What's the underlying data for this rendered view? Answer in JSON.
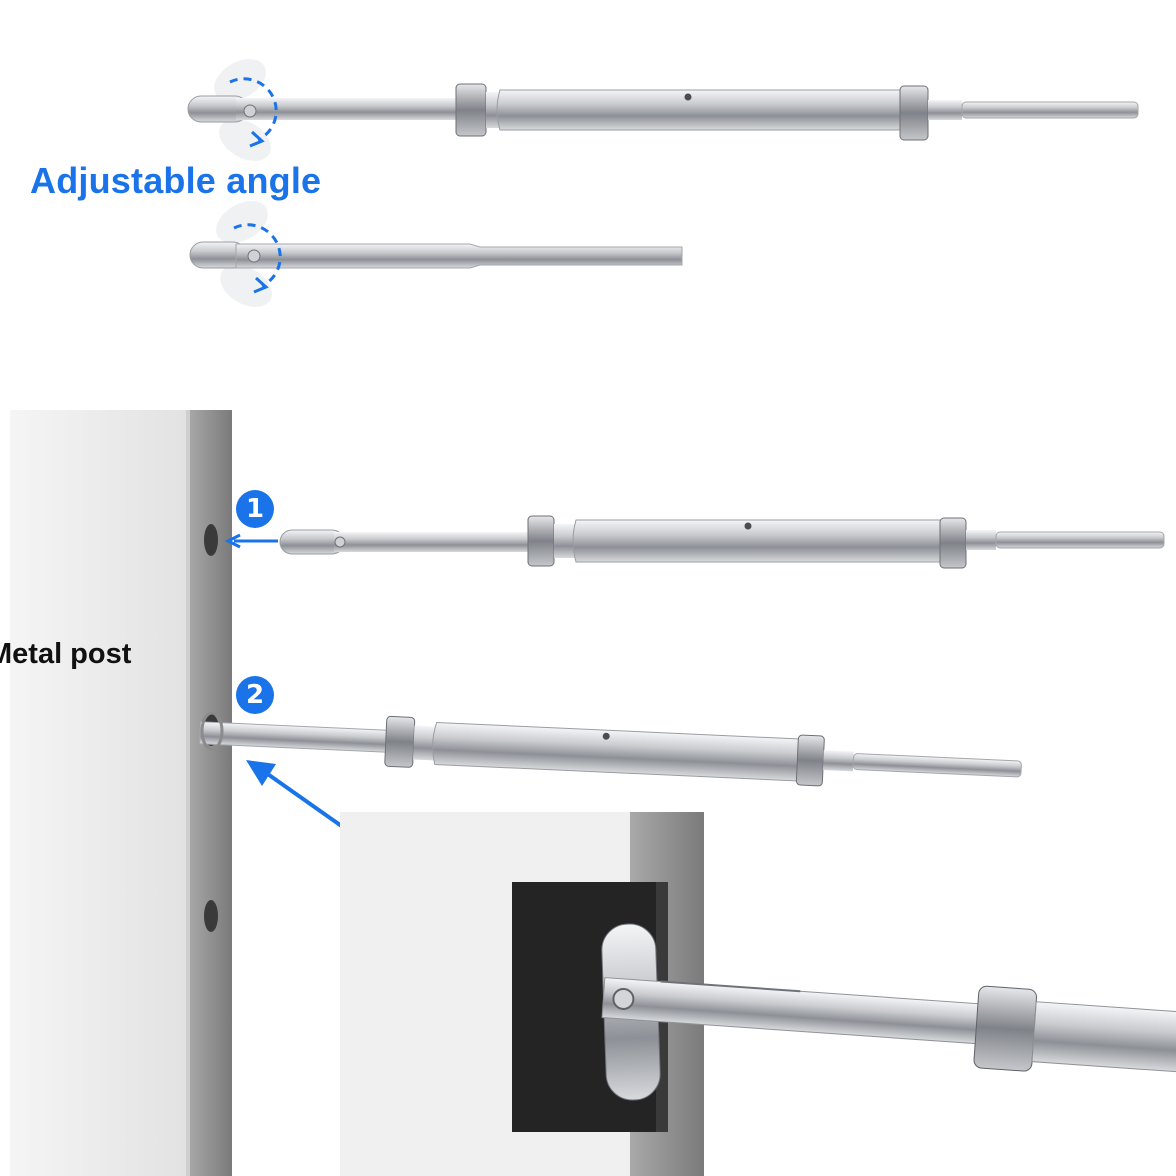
{
  "caption": "Adjustable angle",
  "post_label": "Metal post",
  "steps": [
    {
      "label": "1"
    },
    {
      "label": "2"
    }
  ],
  "icons": {
    "rotate": "rotate-arrow-icon",
    "pointer": "blue-arrow-icon"
  },
  "colors": {
    "accent_blue": "#1a73e8",
    "steel": "#c9cbcf",
    "post_grey": "#eeeeee",
    "post_edge": "#9e9e9e",
    "inset_dark": "#242424"
  }
}
